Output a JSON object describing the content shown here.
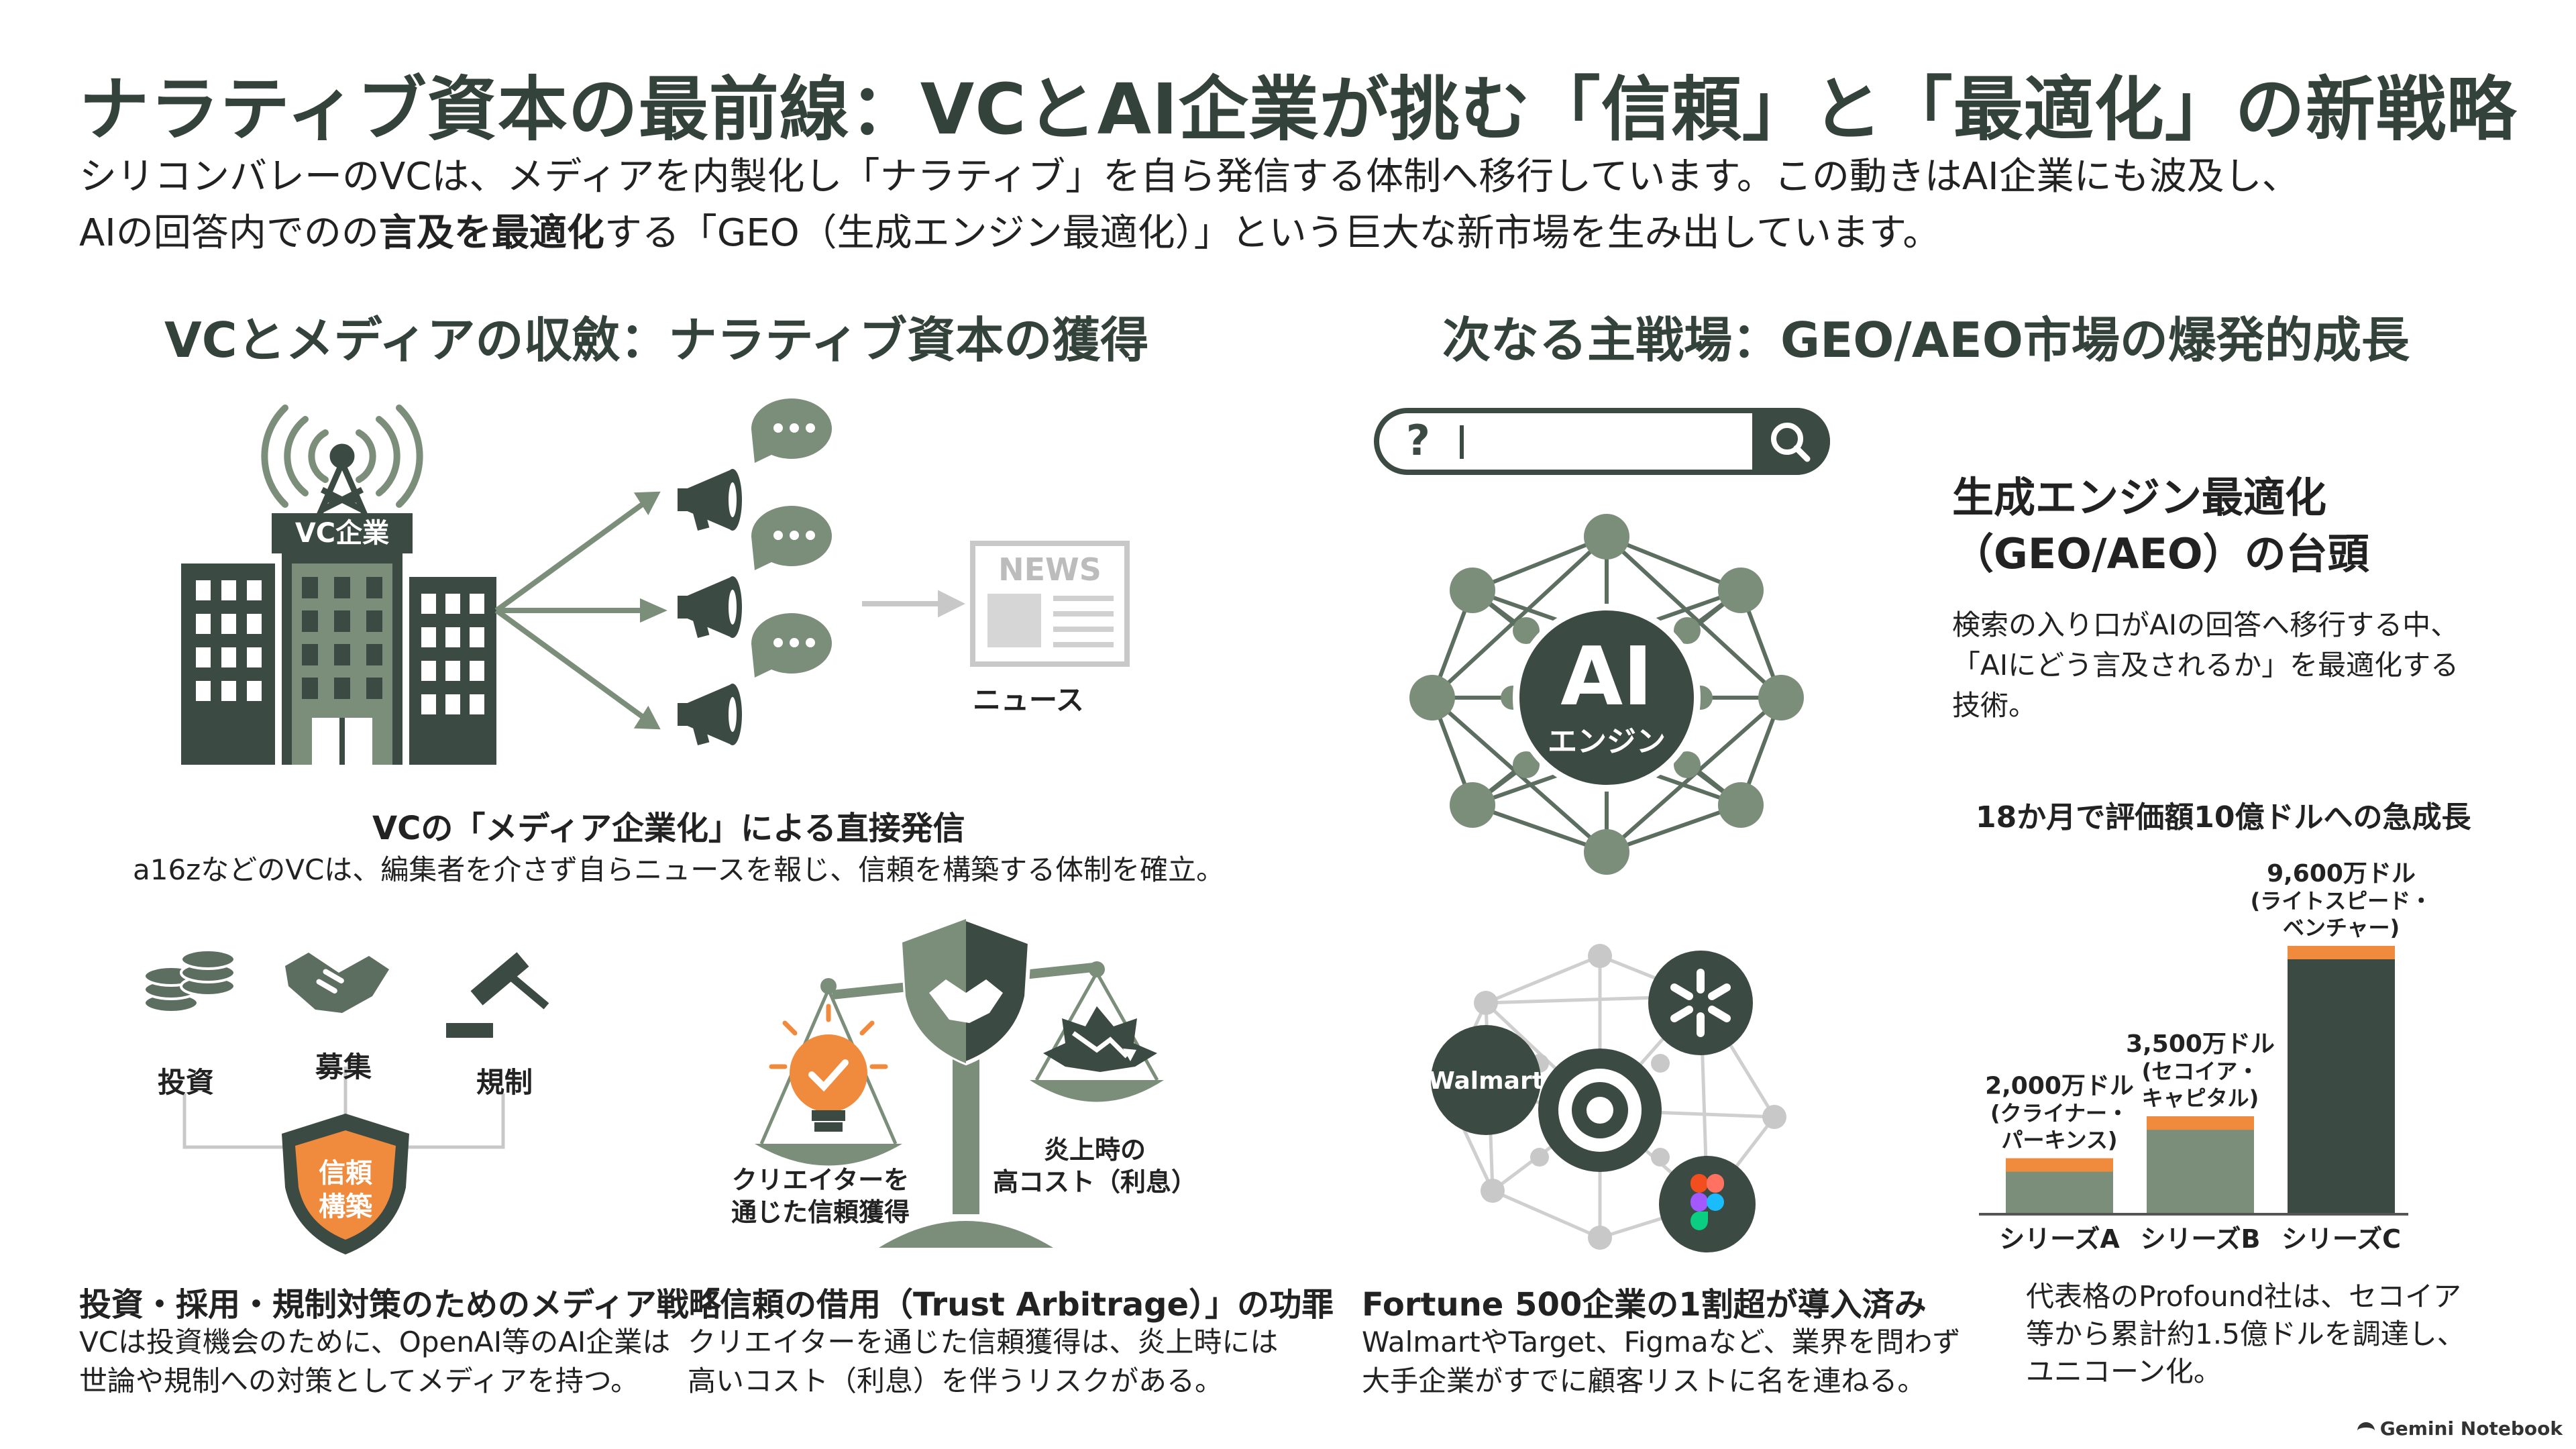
{
  "title": "ナラティブ資本の最前線：VCとAI企業が挑む「信頼」と「最適化」の新戦略",
  "lead": {
    "line1": "シリコンバレーのVCは、メディアを内製化し「ナラティブ」を自ら発信する体制へ移行しています。この動きはAI企業にも波及し、",
    "line2_a": "AIの回答内でのの",
    "line2_b": "言及を最適化",
    "line2_c": "する「GEO（生成エンジン最適化）」という巨大な新市場を生み出しています。"
  },
  "left_section": {
    "heading": "VCとメディアの収斂：ナラティブ資本の獲得",
    "building_label": "VC企業",
    "news_label": "NEWS",
    "news_caption": "ニュース",
    "direct": {
      "title": "VCの「メディア企業化」による直接発信",
      "body": "a16zなどのVCは、編集者を介さず自らニュースを報じ、信頼を構築する体制を確立。"
    },
    "strategy": {
      "label_invest": "投資",
      "label_hire": "募集",
      "label_reg": "規制",
      "shield_line1": "信頼",
      "shield_line2": "構築",
      "title": "投資・採用・規制対策のためのメディア戦略",
      "body_1": "VCは投資機会のために、OpenAI等のAI企業は",
      "body_2": "世論や規制への対策としてメディアを持つ。"
    },
    "arbitrage": {
      "label_creator_1": "クリエイターを",
      "label_creator_2": "通じた信頼獲得",
      "label_cost_1": "炎上時の",
      "label_cost_2": "高コスト（利息）",
      "title": "「信頼の借用（Trust Arbitrage）」の功罪",
      "body_1": "クリエイターを通じた信頼獲得は、炎上時には",
      "body_2": "高いコスト（利息）を伴うリスクがある。"
    }
  },
  "right_section": {
    "heading": "次なる主戦場：GEO/AEO市場の爆発的成長",
    "search": {
      "prefix": "?",
      "icon": "search-icon"
    },
    "ai_engine": {
      "line1": "AI",
      "line2": "エンジン"
    },
    "geo": {
      "title_1": "生成エンジン最適化",
      "title_2": "（GEO/AEO）の台頭",
      "body_1": "検索の入り口がAIの回答へ移行する中、",
      "body_2": "「AIにどう言及されるか」を最適化する",
      "body_3": "技術。"
    },
    "enterprise": {
      "walmart": "Walmart",
      "title": "Fortune 500企業の1割超が導入済み",
      "body_1": "WalmartやTarget、Figmaなど、業界を問わず",
      "body_2": "大手企業がすでに顧客リストに名を連ねる。"
    },
    "profound": {
      "body_1": "代表格のProfound社は、セコイア",
      "body_2": "等から累計約1.5億ドルを調達し、",
      "body_3": "ユニコーン化。"
    }
  },
  "chart_data": {
    "type": "bar",
    "title": "18か月で評価額10億ドルへの急成長",
    "categories": [
      "シリーズA",
      "シリーズB",
      "シリーズC"
    ],
    "values": [
      2000,
      3500,
      9600
    ],
    "unit": "万ドル",
    "value_labels": [
      "2,000万ドル",
      "3,500万ドル",
      "9,600万ドル"
    ],
    "investor_labels": [
      [
        "(クライナー・",
        "パーキンス)"
      ],
      [
        "(セコイア・",
        "キャピタル)"
      ],
      [
        "(ライトスピード・",
        "ベンチャー)"
      ]
    ],
    "colors": [
      "#7b8e7a",
      "#7b8e7a",
      "#3b4a42"
    ],
    "cap_color": "#f08a3c",
    "grid": false
  },
  "footer": "Gemini Notebook",
  "colors": {
    "dark": "#3b4a42",
    "sage": "#7b8e7a",
    "orange": "#f08a3c",
    "light_gray": "#c8c8c8"
  }
}
